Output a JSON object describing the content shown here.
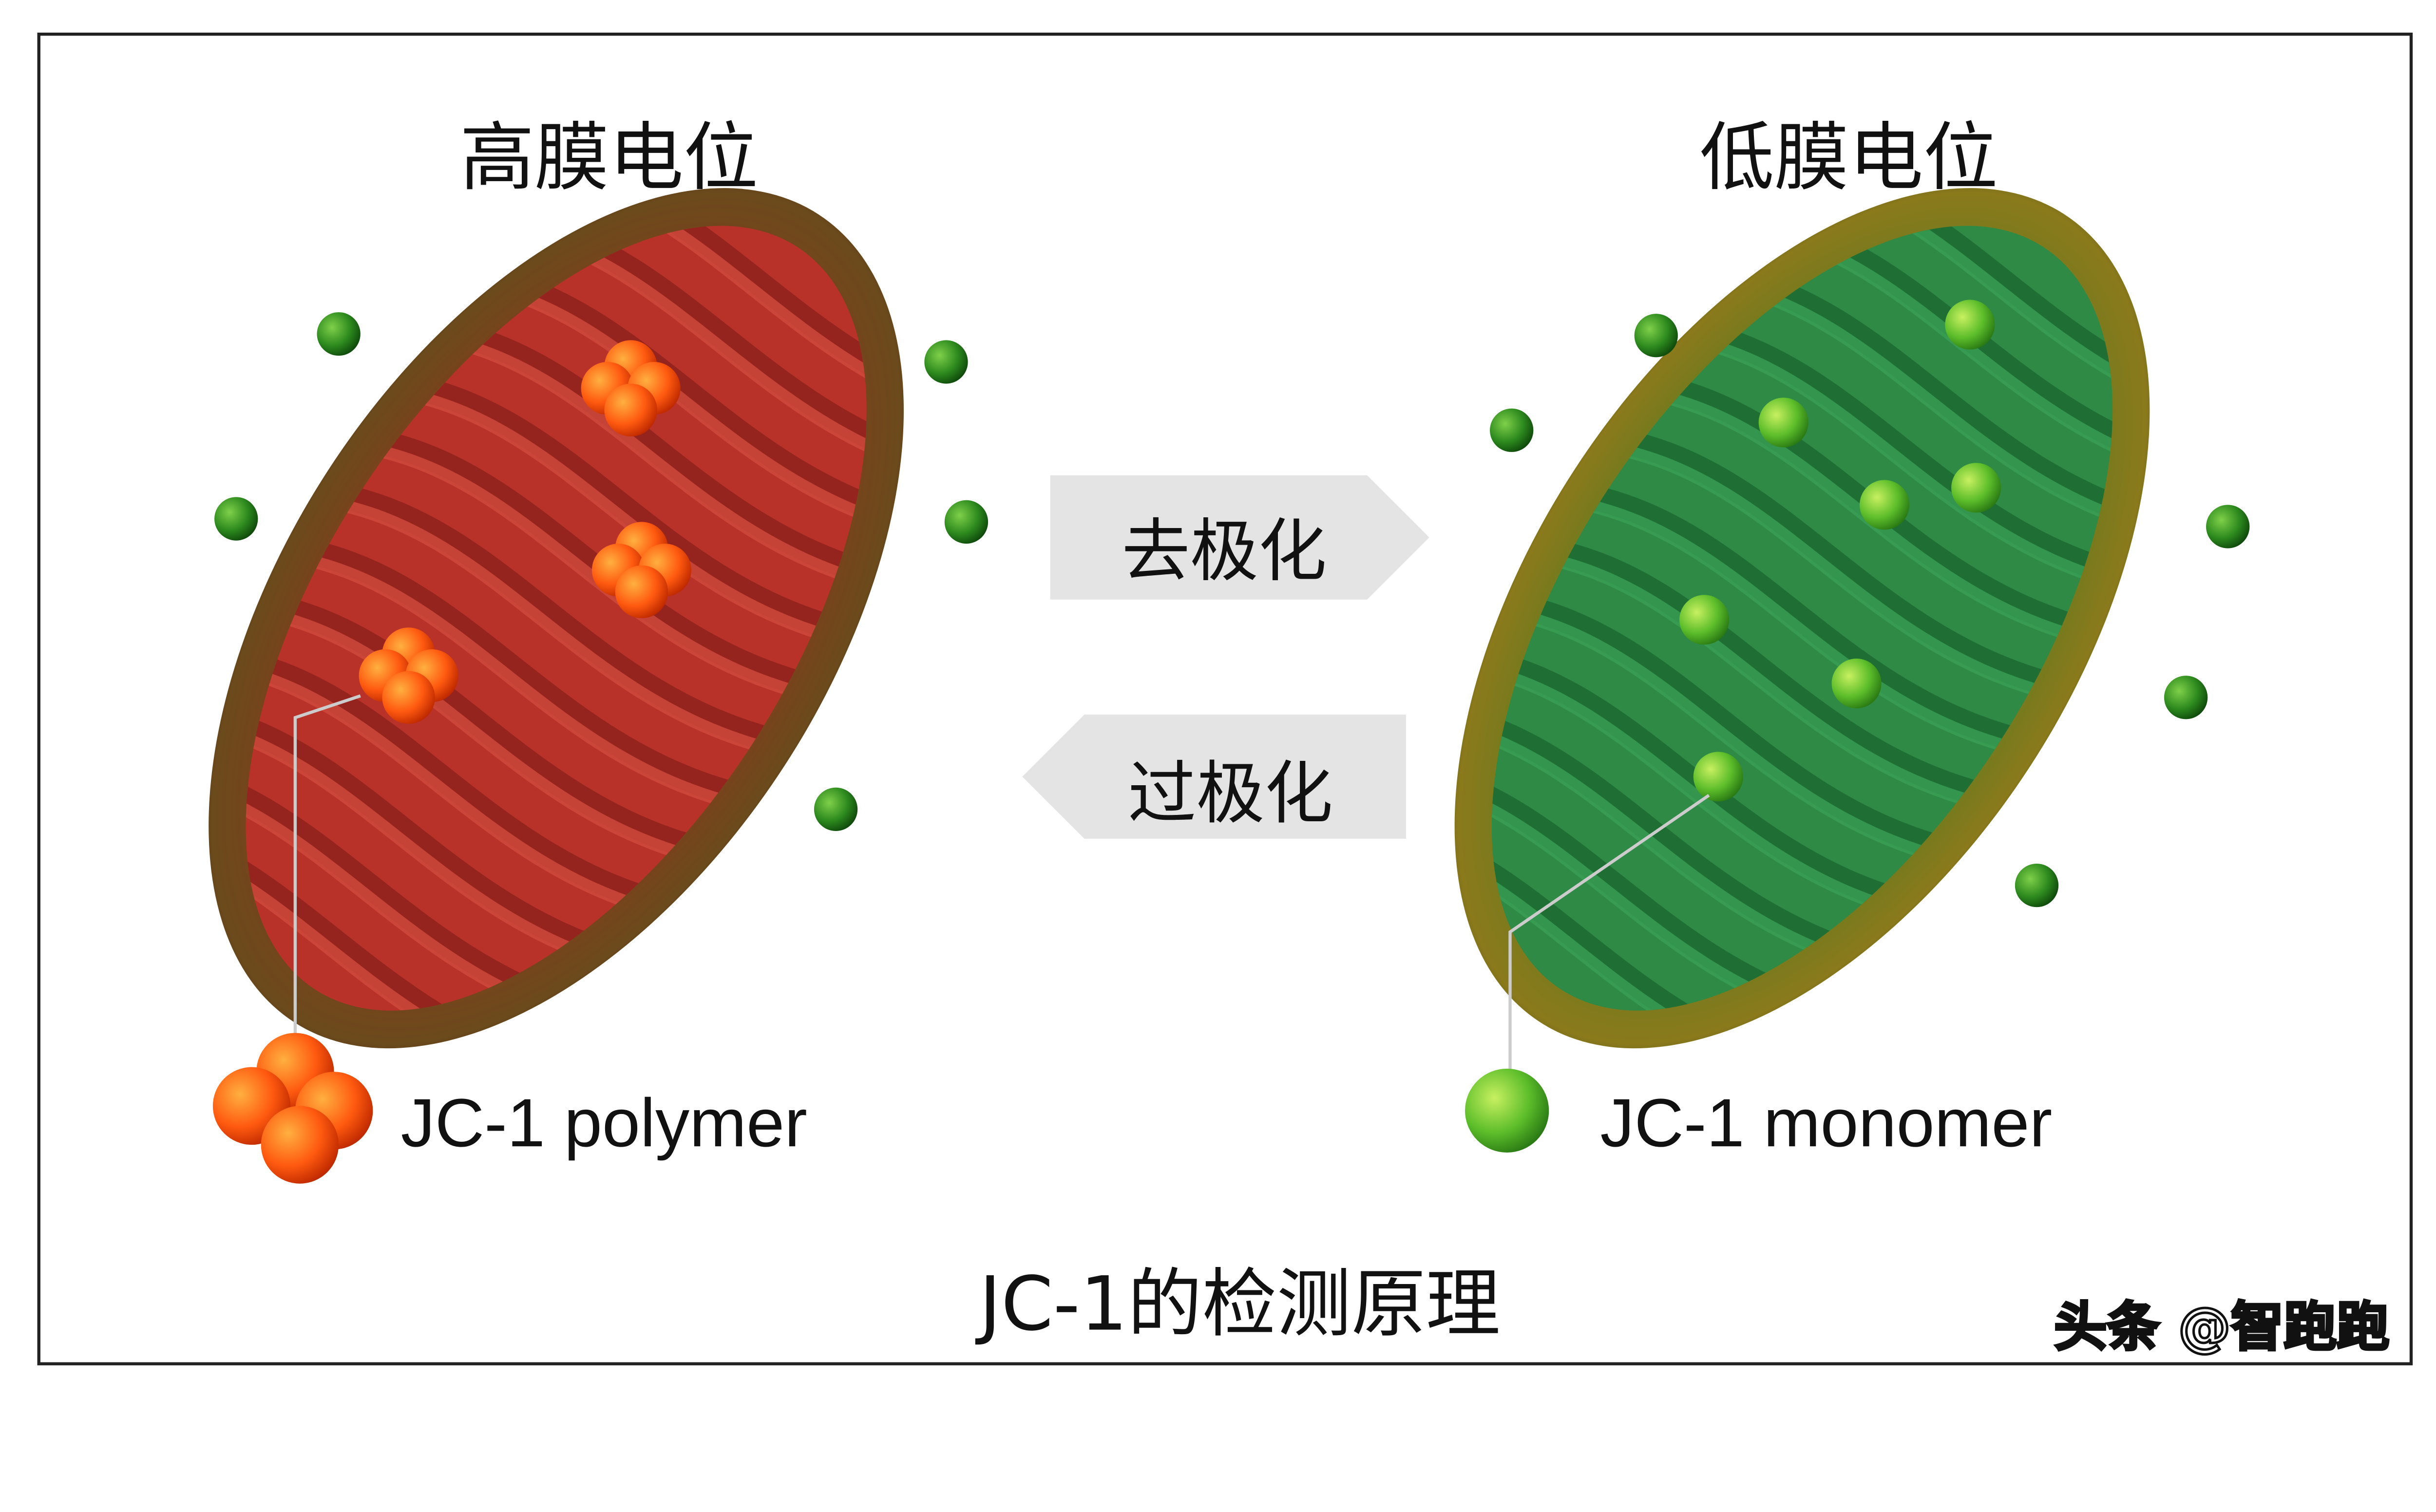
{
  "left": {
    "title": "高膜电位",
    "label": "JC-1 polymer"
  },
  "right": {
    "title": "低膜电位",
    "label": "JC-1 monomer"
  },
  "arrows": {
    "forward": "去极化",
    "backward": "过极化"
  },
  "caption": "JC-1的检测原理",
  "watermark": "头条 @智跑跑",
  "colors": {
    "polymer": "#ff5a10",
    "monomer": "#2f9a2a",
    "red_matrix": "#b8322a",
    "green_matrix": "#2e8a45",
    "outer": "#6b4a1c"
  }
}
